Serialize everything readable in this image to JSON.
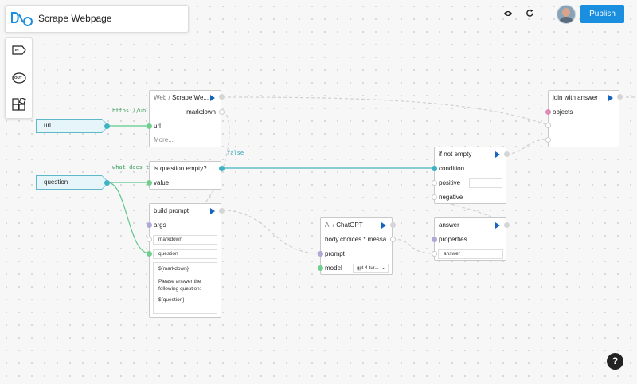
{
  "header": {
    "title": "Scrape Webpage",
    "publish_label": "Publish"
  },
  "toolbar": {
    "in_label": "IN",
    "out_label": "OUT"
  },
  "inputs": [
    {
      "name": "url"
    },
    {
      "name": "question"
    }
  ],
  "edge_labels": {
    "url_value": "https://ub.io",
    "question_value": "what does t",
    "false_value": "false"
  },
  "scrape_node": {
    "category": "Web /",
    "title": "Scrape We...",
    "out_markdown": "markdown",
    "in_url": "url",
    "more": "More..."
  },
  "empty_node": {
    "title": "is question empty?",
    "in_value": "value"
  },
  "build_node": {
    "title": "build prompt",
    "args": "args",
    "arg1": "markdown",
    "arg2": "question",
    "template_line1": "${markdown}",
    "template_line2": "Please answer the",
    "template_line3": "following question:",
    "template_line4": "${question}"
  },
  "chatgpt_node": {
    "category": "AI /",
    "title": "ChatGPT",
    "out_path": "body.choices.*.messa...",
    "in_prompt": "prompt",
    "in_model": "model",
    "model_value": "gpt-4-tur..."
  },
  "ifnot_node": {
    "title": "if not empty",
    "condition": "condition",
    "positive": "positive",
    "negative": "negative"
  },
  "answer_node": {
    "title": "answer",
    "properties": "properties",
    "prop1": "answer"
  },
  "join_node": {
    "title": "join with answer",
    "objects": "objects"
  },
  "help_label": "?",
  "colors": {
    "accent": "#1a8fe0",
    "wire_green": "#5cc98a",
    "wire_teal": "#3fb3c3",
    "input_border": "#5fb7c9"
  }
}
